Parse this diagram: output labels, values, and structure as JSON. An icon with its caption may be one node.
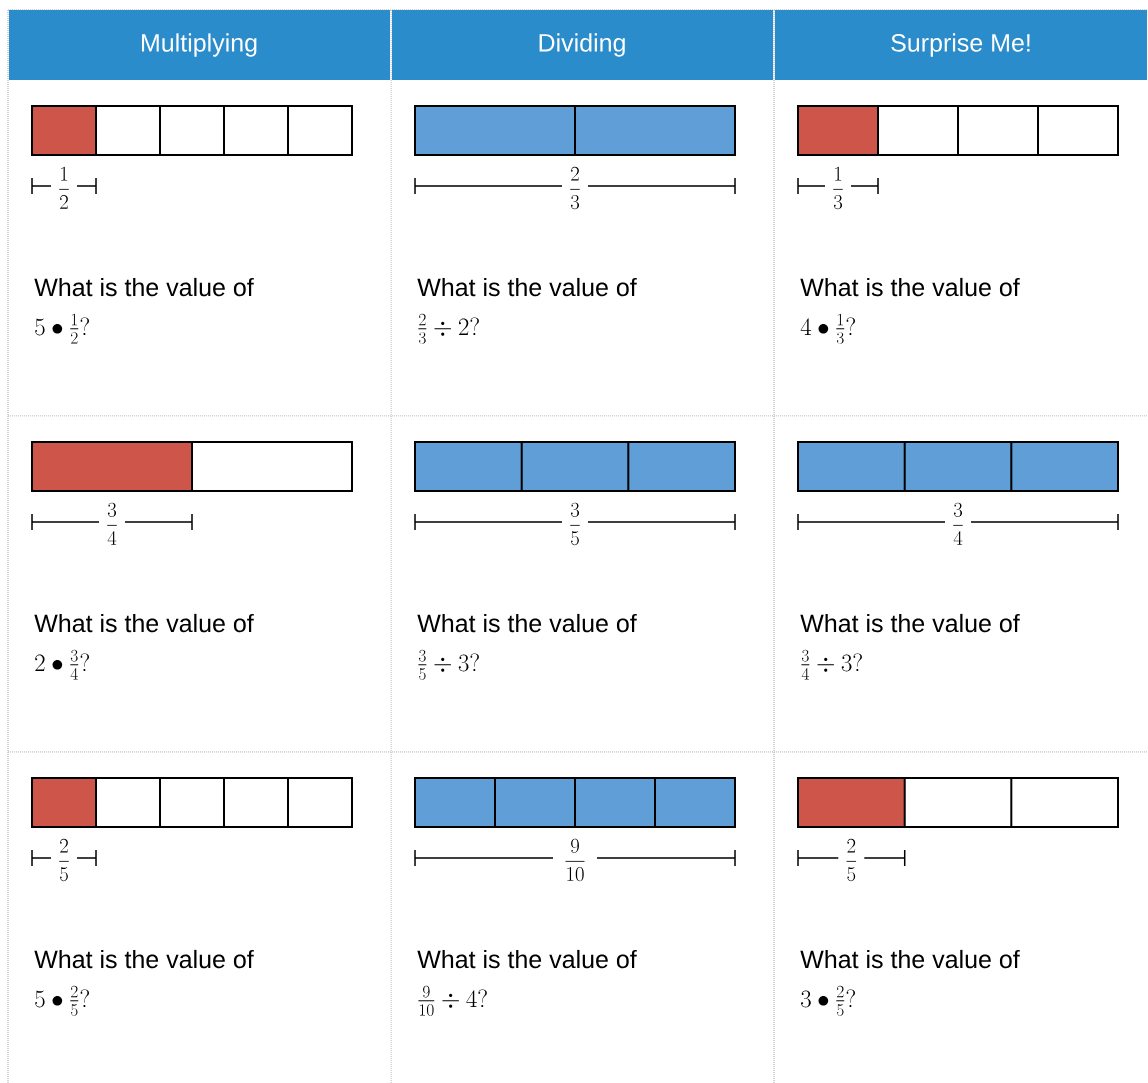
{
  "diagram": {
    "labels": [
      "Multiplying",
      "Dividing",
      "Surprise Me!",
      "\\frac{1}{2}",
      "\\frac{2}{3}",
      "\\frac{1}{3}",
      "What is the value of",
      "5 \\bullet \\tfrac{1}{2}?",
      "What is the value of",
      "\\tfrac{2}{3} \\div 2?",
      "What is the value of",
      "4 \\bullet \\tfrac{1}{3}?",
      "\\frac{3}{4}",
      "\\frac{3}{5}",
      "\\frac{3}{4}",
      "What is the value of",
      "2 \\bullet \\tfrac{3}{4}?",
      "What is the value of",
      "\\tfrac{3}{5} \\div 3?",
      "What is the value of",
      "\\tfrac{3}{4} \\div 3?",
      "\\frac{2}{5}",
      "\\frac{9}{10}",
      "\\frac{2}{5}",
      "What is the value of",
      "5 \\bullet \\tfrac{2}{5}?",
      "What is the value of",
      "\\tfrac{9}{10} \\div 4?",
      "What is the value of",
      "3 \\bullet \\tfrac{2}{5}?"
    ]
  }
}
